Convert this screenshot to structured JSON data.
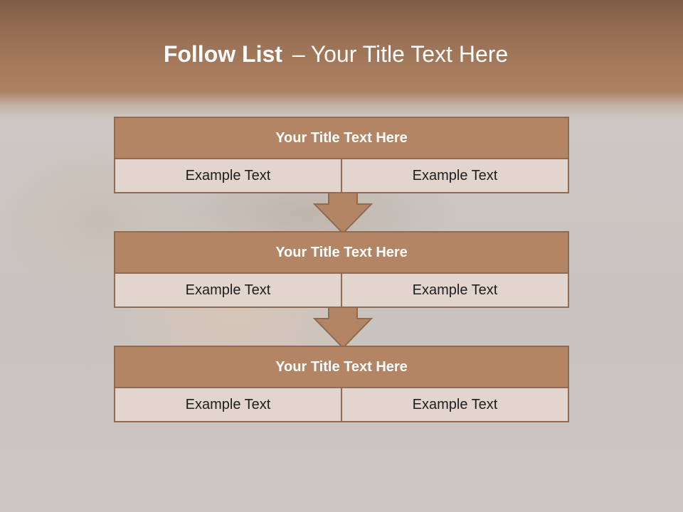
{
  "title": {
    "bold": "Follow List",
    "separator": "–",
    "rest": "Your Title Text Here"
  },
  "blocks": [
    {
      "heading": "Your Title Text Here",
      "left": "Example Text",
      "right": "Example Text"
    },
    {
      "heading": "Your Title Text Here",
      "left": "Example Text",
      "right": "Example Text"
    },
    {
      "heading": "Your Title Text Here",
      "left": "Example Text",
      "right": "Example Text"
    }
  ],
  "colors": {
    "header": "#a57a5c",
    "block_head": "#b38564",
    "block_body": "#e2d5cd",
    "border": "#8f6b52"
  }
}
